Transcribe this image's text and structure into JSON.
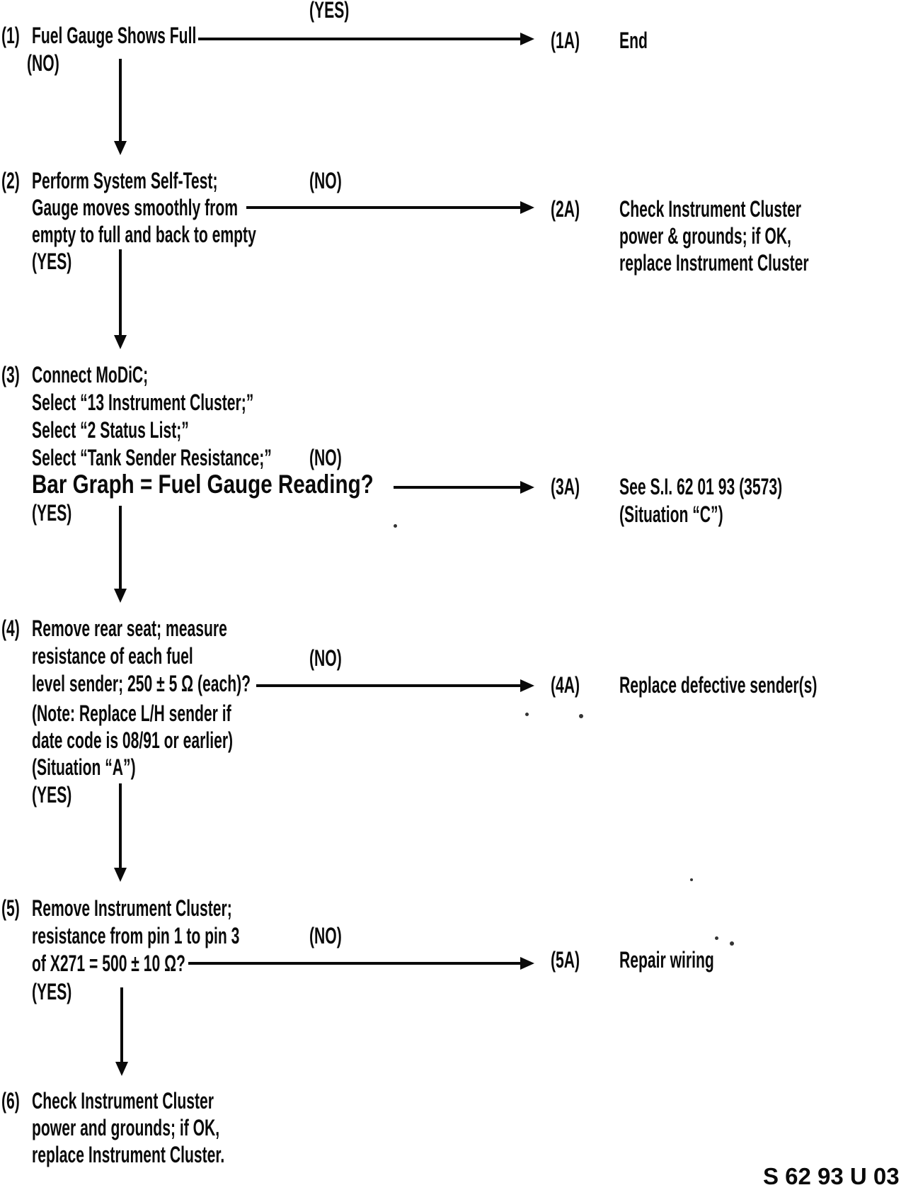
{
  "flowchart": {
    "steps": [
      {
        "num": "(1)",
        "lines": [
          "Fuel Gauge Shows Full"
        ],
        "down_label": "(NO)"
      },
      {
        "num": "(2)",
        "lines": [
          "Perform System Self-Test;",
          "Gauge moves smoothly from",
          "empty to full and back to empty"
        ],
        "down_label": "(YES)"
      },
      {
        "num": "(3)",
        "lines": [
          "Connect MoDiC;",
          "Select “13 Instrument Cluster;”",
          "Select “2 Status List;”",
          "Select “Tank Sender Resistance;”",
          "Bar Graph = Fuel Gauge Reading?"
        ],
        "down_label": "(YES)"
      },
      {
        "num": "(4)",
        "lines": [
          "Remove rear seat; measure",
          "resistance of each fuel",
          "level sender; 250 ± 5 Ω (each)?",
          "(Note: Replace L/H sender if",
          "date code is 08/91 or earlier)",
          "(Situation “A”)"
        ],
        "down_label": "(YES)"
      },
      {
        "num": "(5)",
        "lines": [
          "Remove Instrument Cluster;",
          "resistance from pin 1 to pin 3",
          "of X271 = 500 ± 10 Ω?"
        ],
        "down_label": "(YES)"
      },
      {
        "num": "(6)",
        "lines": [
          "Check Instrument Cluster",
          "power and grounds; if OK,",
          "replace Instrument Cluster."
        ]
      }
    ],
    "branch_labels": [
      {
        "label": "(YES)"
      },
      {
        "label": "(NO)"
      },
      {
        "label": "(NO)"
      },
      {
        "label": "(NO)"
      },
      {
        "label": "(NO)"
      }
    ],
    "results": [
      {
        "id": "(1A)",
        "lines": [
          "End"
        ]
      },
      {
        "id": "(2A)",
        "lines": [
          "Check Instrument Cluster",
          "power & grounds; if OK,",
          "replace Instrument Cluster"
        ]
      },
      {
        "id": "(3A)",
        "lines": [
          "See S.I. 62 01 93 (3573)",
          "(Situation “C”)"
        ]
      },
      {
        "id": "(4A)",
        "lines": [
          "Replace defective sender(s)"
        ]
      },
      {
        "id": "(5A)",
        "lines": [
          "Repair wiring"
        ]
      }
    ],
    "footer": {
      "figure_code": "S 62 93 U 03"
    }
  }
}
